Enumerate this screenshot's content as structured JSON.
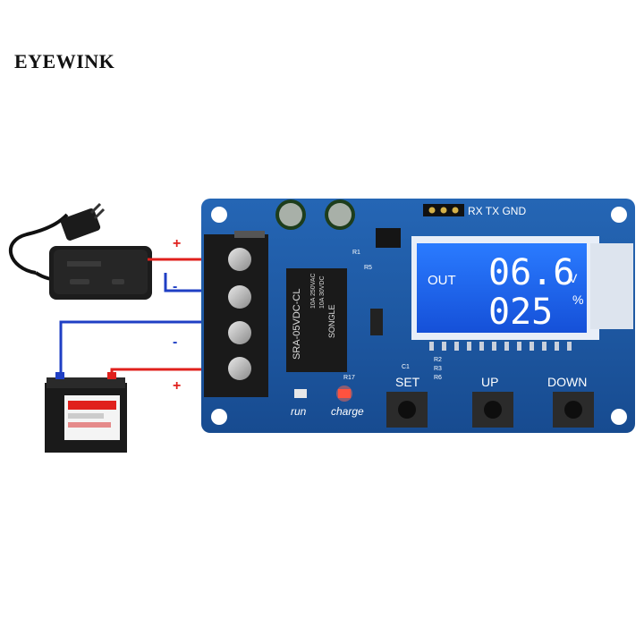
{
  "brand": {
    "text": "EYEWINK"
  },
  "board": {
    "header_label": "RX TX GND",
    "relay_text": "SRA-05VDC-CL",
    "relay_brand": "SONGLE",
    "relay_rating_1": "10A 250VAC",
    "relay_rating_2": "10A 30VDC",
    "lcd": {
      "out_label": "OUT",
      "voltage": "06.6",
      "voltage_unit": "V",
      "percent": "025",
      "percent_unit": "%"
    },
    "buttons": [
      {
        "label": "SET"
      },
      {
        "label": "UP"
      },
      {
        "label": "DOWN"
      }
    ],
    "leds": [
      {
        "label": "run"
      },
      {
        "label": "charge"
      }
    ],
    "component_labels": [
      "R1",
      "R5",
      "R2",
      "R3",
      "R6",
      "C1",
      "R17"
    ]
  },
  "wiring": {
    "terminals": [
      {
        "sign": "+"
      },
      {
        "sign": "-"
      },
      {
        "sign": "-"
      },
      {
        "sign": "+"
      }
    ],
    "colors": {
      "positive": "#e0201c",
      "negative": "#1f3fc4",
      "board": "#1e5aa8",
      "lcd": "#1a6df0"
    }
  }
}
